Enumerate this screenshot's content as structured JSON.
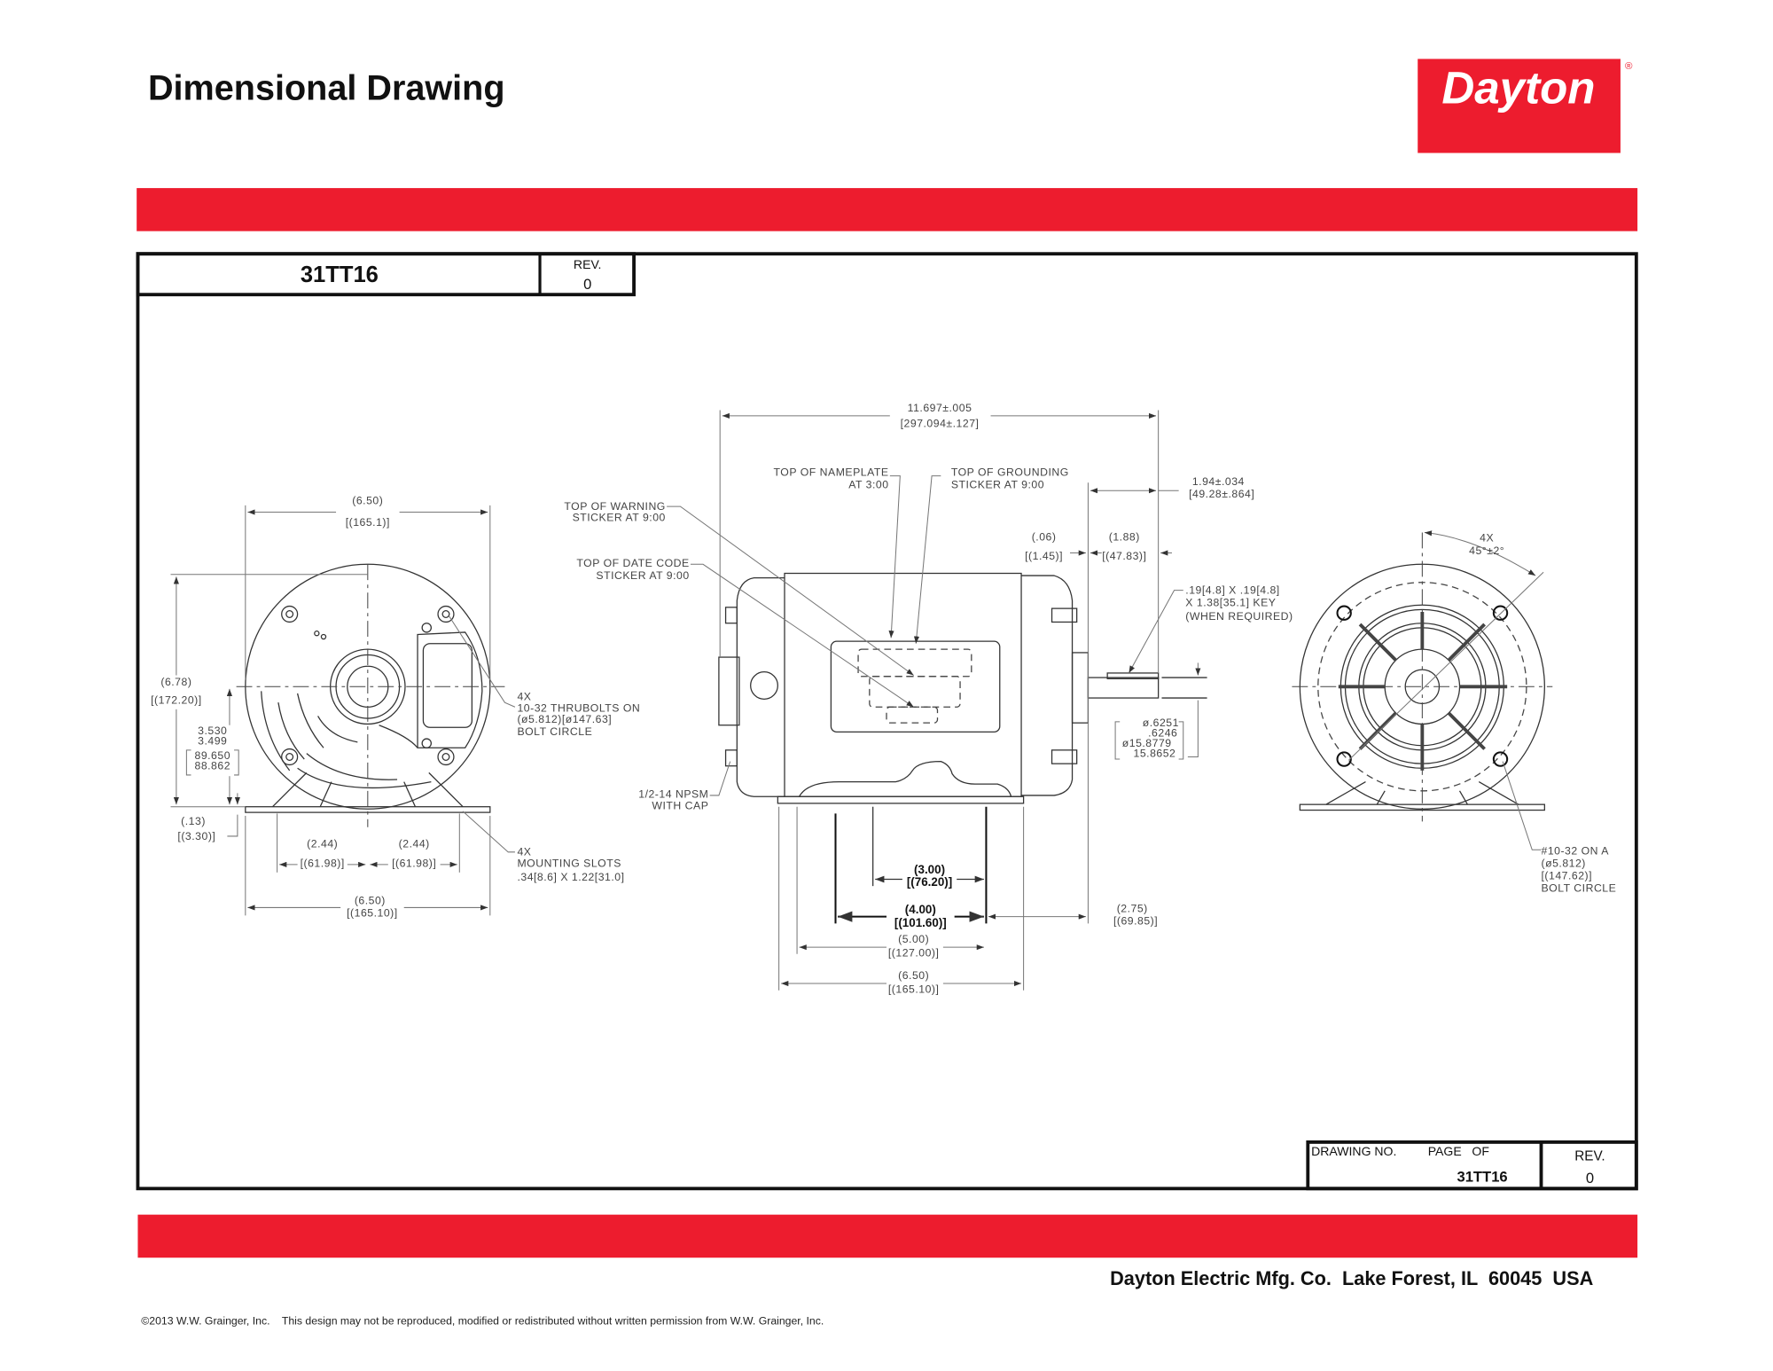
{
  "header": {
    "title": "Dimensional Drawing",
    "logo_text": "Dayton",
    "logo_mark": "®"
  },
  "colors": {
    "brand_red": "#ed1c2e",
    "ink": "#111111"
  },
  "part_box": {
    "part_number": "31TT16",
    "rev_label": "REV.",
    "rev_value": "0"
  },
  "title_block": {
    "drawing_no_label": "DRAWING NO.",
    "page_of_label": "PAGE   OF",
    "drawing_no": "31TT16",
    "rev_label": "REV.",
    "rev_value": "0"
  },
  "footer": {
    "company": "Dayton Electric Mfg. Co.  Lake Forest, IL  60045  USA",
    "copyright": "©2013 W.W. Grainger, Inc.    This design may not be reproduced, modified or redistributed without written permission from W.W. Grainger, Inc."
  },
  "drawing": {
    "left": [
      "(6.50)",
      "[(165.1)]",
      "(6.78)",
      "[(172.20)]",
      "3.530",
      "3.499",
      "89.650",
      "88.862",
      "(.13)",
      "[(3.30)]",
      "(2.44)",
      "[(61.98)]",
      "(2.44)",
      "[(61.98)]",
      "(6.50)",
      "[(165.10)]",
      "4X",
      "10-32 THRUBOLTS ON",
      "(ø5.812)[ø147.63]",
      "BOLT CIRCLE",
      "4X",
      "MOUNTING SLOTS",
      ".34[8.6] X 1.22[31.0]"
    ],
    "side": [
      "11.697±.005",
      "[297.094±.127]",
      "TOP OF NAMEPLATE",
      "AT 3:00",
      "TOP OF GROUNDING",
      "STICKER AT 9:00",
      "TOP OF WARNING",
      "STICKER AT 9:00",
      "TOP OF DATE CODE",
      "STICKER AT 9:00",
      "1.94±.034",
      "[49.28±.864]",
      "(.06)",
      "[(1.45)]",
      "(1.88)",
      "[(47.83)]",
      ".19[4.8] X .19[4.8]",
      "X 1.38[35.1] KEY",
      "(WHEN REQUIRED)",
      "ø.6251",
      ".6246",
      "ø15.8779",
      "15.8652",
      "1/2-14 NPSM",
      "WITH CAP",
      "(2.75)",
      "[(69.85)]",
      "(5.00)",
      "[(127.00)]",
      "(6.50)",
      "[(165.10)]"
    ],
    "side_bold": [
      "(3.00)",
      "[(76.20)]",
      "(4.00)",
      "[(101.60)]"
    ],
    "right": [
      "4X",
      "45°±2°",
      "#10-32 ON A",
      "(ø5.812)",
      "[(147.62)]",
      "BOLT CIRCLE"
    ]
  }
}
